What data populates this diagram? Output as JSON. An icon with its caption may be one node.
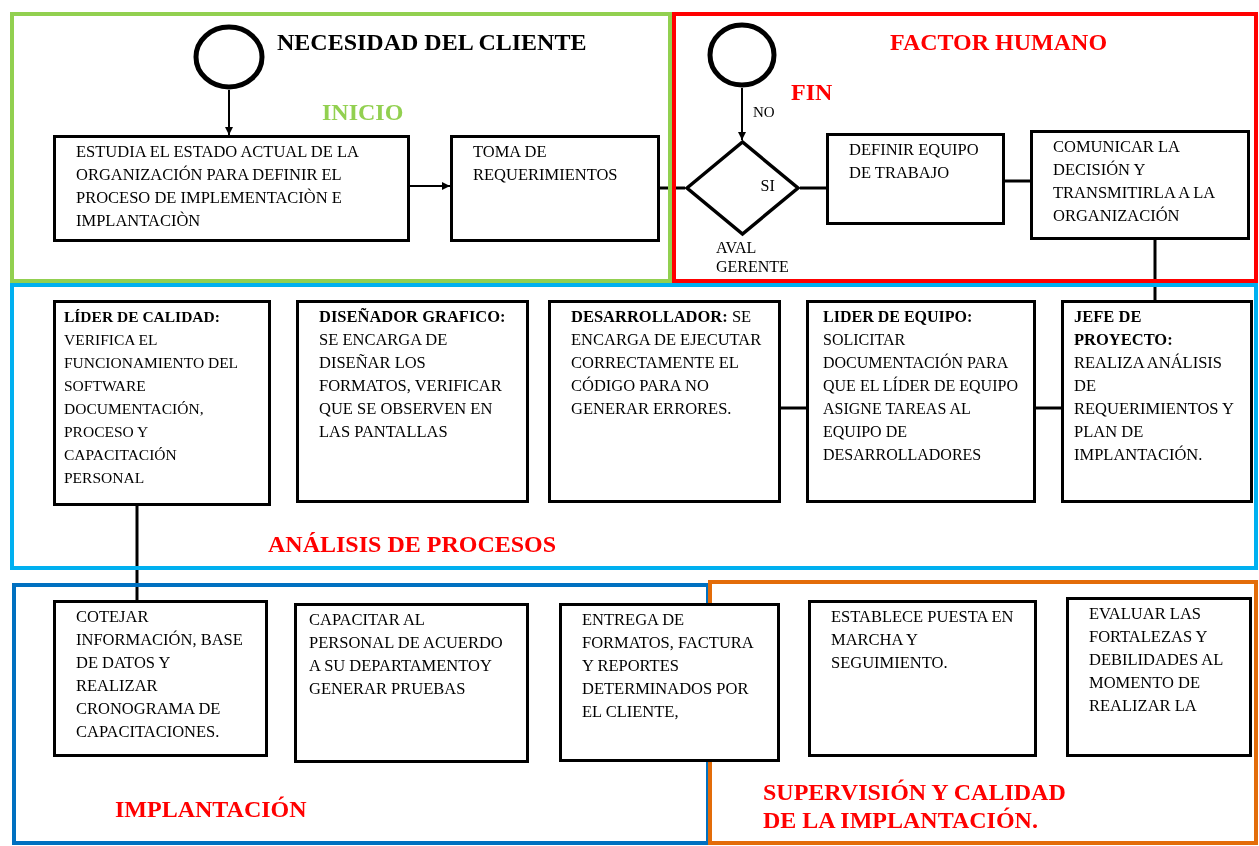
{
  "diagram": {
    "nodes": [
      {
        "text": [
          "INICIO"
        ]
      },
      {
        "text": [],
        "shape": "circle",
        "in": 0,
        "beside": [
          "NECESIDAD DEL CLIENTE"
        ]
      },
      {
        "text": [
          "ESTUDIA EL ESTADO ACTUAL DE LA ORGANIZACIÓN PARA DEFINIR EL PROCESO DE IMPLEMENTACIÒN E IMPLANTACIÒN"
        ],
        "in": 0
      },
      {
        "text": [
          "TOMA DE REQUERIMIENTOS"
        ],
        "in": 0
      },
      {
        "text": [
          "FACTOR HUMANO"
        ]
      },
      {
        "text": [],
        "shape": "circle",
        "in": 4,
        "beside": [
          "FIN"
        ]
      },
      {
        "text": [
          "SI"
        ],
        "in": 4,
        "beside": [
          "AVAL GERENTE"
        ]
      },
      {
        "text": [
          "DEFINIR EQUIPO DE TRABAJO"
        ],
        "in": 4
      },
      {
        "text": [
          "COMUNICAR LA DECISIÓN Y TRANSMITIRLA A LA ORGANIZACIÓN"
        ],
        "in": 4
      },
      {
        "text": [
          "ANÁLISIS DE PROCESOS"
        ]
      },
      {
        "text": [
          "**LÍDER DE CALIDAD:** VERIFICA EL FUNCIONAMIENTO DEL SOFTWARE DOCUMENTACIÓN, PROCESO Y CAPACITACIÓN PERSONAL"
        ],
        "in": 9
      },
      {
        "text": [
          "**DISEÑADOR GRAFICO:** SE ENCARGA DE DISEÑAR LOS FORMATOS, VERIFICAR QUE SE OBSERVEN EN LAS PANTALLAS"
        ],
        "in": 9
      },
      {
        "text": [
          "**DESARROLLADOR:** SE ENCARGA DE EJECUTAR CORRECTAMENTE EL CÓDIGO PARA NO GENERAR ERRORES."
        ],
        "in": 9
      },
      {
        "text": [
          "**LIDER DE EQUIPO:** SOLICITAR DOCUMENTACIÓN PARA QUE EL LÍDER DE EQUIPO ASIGNE TAREAS AL EQUIPO DE DESARROLLADORES"
        ],
        "in": 9
      },
      {
        "text": [
          "**JEFE DE PROYECTO:** REALIZA ANÁLISIS DE REQUERIMIENTOS Y PLAN DE IMPLANTACIÓN."
        ],
        "in": 9
      },
      {
        "text": [
          "IMPLANTACIÓN"
        ]
      },
      {
        "text": [
          "COTEJAR INFORMACIÓN, BASE DE DATOS Y REALIZAR CRONOGRAMA DE CAPACITACIONES."
        ],
        "in": 15
      },
      {
        "text": [
          "CAPACITAR AL PERSONAL DE ACUERDO A SU DEPARTAMENTOY GENERAR PRUEBAS"
        ],
        "in": 15
      },
      {
        "text": [
          "ENTREGA DE FORMATOS, FACTURA Y REPORTES DETERMINADOS POR EL CLIENTE,"
        ]
      },
      {
        "text": [
          "SUPERVISIÓN Y CALIDAD DE LA IMPLANTACIÓN."
        ]
      },
      {
        "text": [
          "ESTABLECE PUESTA EN MARCHA Y SEGUIMIENTO."
        ],
        "in": 19
      },
      {
        "text": [
          "EVALUAR LAS FORTALEZAS Y DEBILIDADES AL MOMENTO DE REALIZAR LA"
        ],
        "in": 19
      }
    ],
    "edges": [
      {
        "from": 1,
        "to": 2,
        "arrow": "to"
      },
      {
        "from": 2,
        "to": 3,
        "arrow": "to"
      },
      {
        "from": 3,
        "to": 6,
        "arrow": "none"
      },
      {
        "from": 5,
        "to": 6,
        "arrow": "to",
        "label": "NO"
      },
      {
        "from": 6,
        "to": 7,
        "arrow": "none"
      },
      {
        "from": 7,
        "to": 8,
        "arrow": "none"
      },
      {
        "from": 8,
        "to": 14,
        "arrow": "none"
      },
      {
        "from": 14,
        "to": 13,
        "arrow": "none"
      },
      {
        "from": 13,
        "to": 12,
        "arrow": "none"
      },
      {
        "from": 10,
        "to": 16,
        "arrow": "none"
      }
    ]
  }
}
